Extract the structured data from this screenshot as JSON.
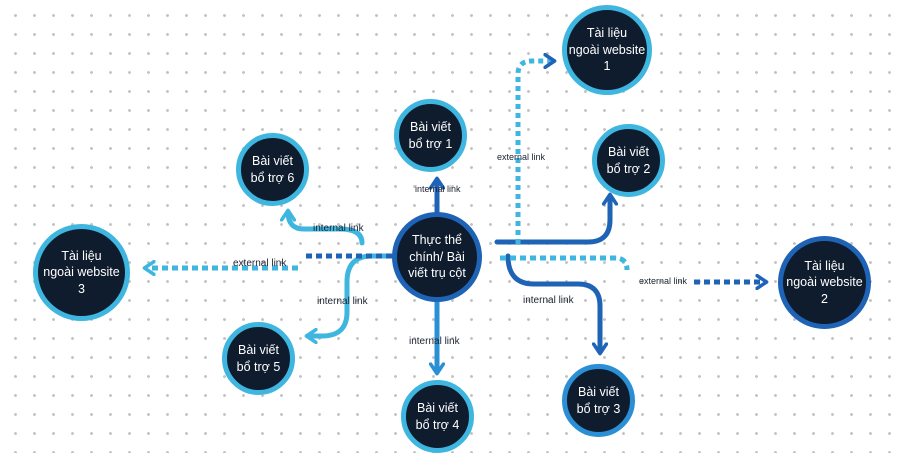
{
  "diagram": {
    "center": {
      "label": "Thực thể\nchính/ Bài\nviết trụ cột"
    },
    "nodes": {
      "support_1": {
        "label": "Bài viết\nbổ trợ 1"
      },
      "support_2": {
        "label": "Bài viết\nbổ trợ 2"
      },
      "support_3": {
        "label": "Bài viết\nbổ trợ 3"
      },
      "support_4": {
        "label": "Bài viết\nbổ trợ 4"
      },
      "support_5": {
        "label": "Bài viết\nbổ trợ 5"
      },
      "support_6": {
        "label": "Bài viết\nbổ trợ 6"
      },
      "external_1": {
        "label": "Tài liệu\nngoài website\n1"
      },
      "external_2": {
        "label": "Tài liệu\nngoài website\n2"
      },
      "external_3": {
        "label": "Tài liệu\nngoài website\n3"
      }
    },
    "edge_labels": {
      "to_support_1": "internal link",
      "to_support_2": "",
      "to_support_3": "internal link",
      "to_support_4": "internal link",
      "to_support_5": "internal link",
      "to_support_6": "internal link",
      "to_external_1": "external link",
      "to_external_2": "external link",
      "to_external_3": "external link"
    },
    "colors": {
      "node_fill": "#0e1c2e",
      "node_text": "#ffffff",
      "ring_light": "#3eb6df",
      "ring_dark": "#1e63b6",
      "ring_mid": "#2a8fd4",
      "link_dark": "#1e63b6",
      "link_light": "#3eb6df",
      "link_mid": "#2a8fd4",
      "external_dotted_dark": "#1e63b6",
      "external_dotted_light": "#3eb6df",
      "grid_dot": "#c4c4c4",
      "label_text": "#1b2230"
    },
    "link_styles": {
      "internal": "solid",
      "external": "dotted"
    }
  }
}
